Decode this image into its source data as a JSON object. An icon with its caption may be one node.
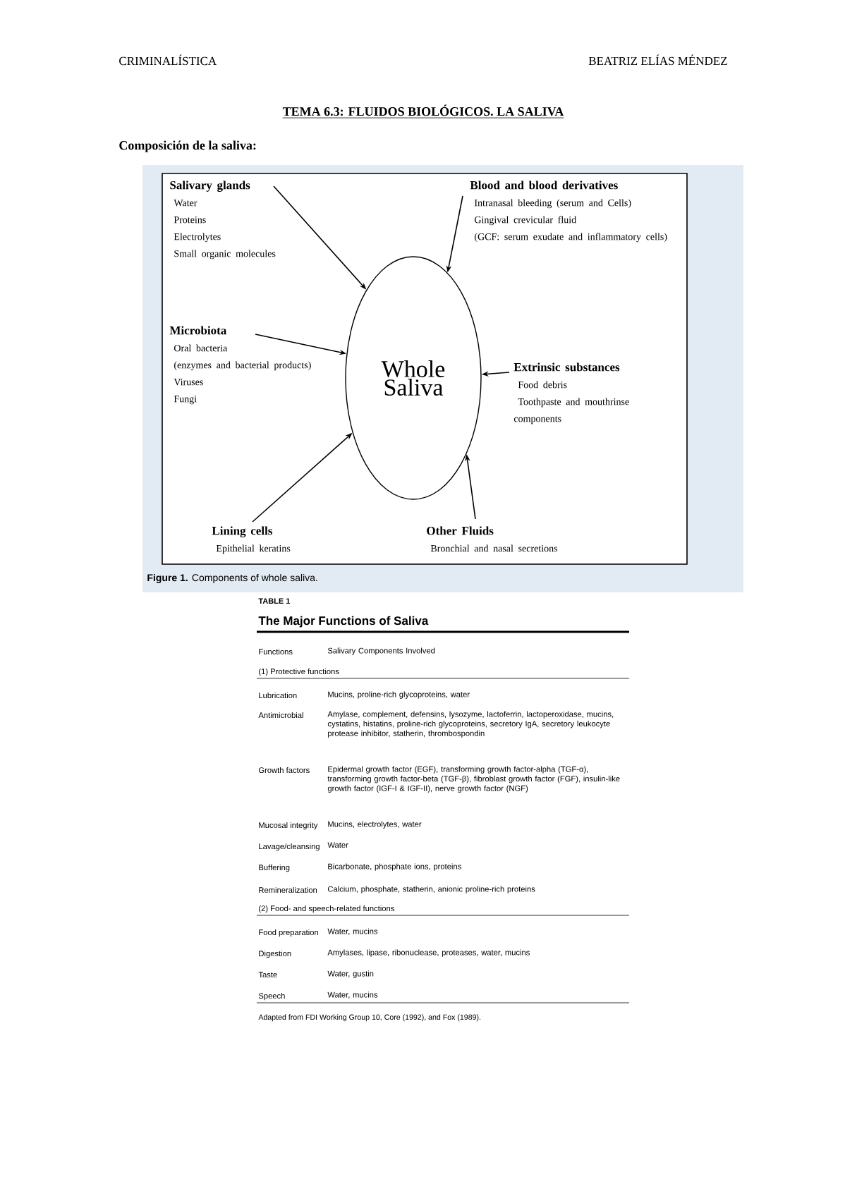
{
  "diagram": {
    "title": "TEMA 6.3: FLUIDOS BIOLÓGICOS. LA SALIVA",
    "caption": "**Figure 1.** Components of whole saliva.",
    "nodes": [
      {
        "text": [
          "Whole Saliva"
        ]
      },
      {
        "text": [
          "Salivary glands",
          "Water",
          "Proteins",
          "Electrolytes",
          "Small organic molecules"
        ]
      },
      {
        "text": [
          "Blood and blood derivatives",
          "Intranasal bleeding (serum and Cells)",
          "Gingival crevicular fluid",
          "(GCF: serum exudate and inflammatory cells)"
        ]
      },
      {
        "text": [
          "Microbiota",
          "Oral bacteria",
          "(enzymes and bacterial products)",
          "Viruses",
          "Fungi"
        ]
      },
      {
        "text": [
          "Extrinsic substances",
          "Food debris",
          "Toothpaste and mouthrinse components"
        ]
      },
      {
        "text": [
          "Lining cells",
          "Epithelial keratins"
        ]
      },
      {
        "text": [
          "Other Fluids",
          "Bronchial and nasal secretions"
        ]
      }
    ],
    "edges": [
      {
        "from": 1,
        "to": 0,
        "arrow": "to"
      },
      {
        "from": 2,
        "to": 0,
        "arrow": "to"
      },
      {
        "from": 3,
        "to": 0,
        "arrow": "to"
      },
      {
        "from": 4,
        "to": 0,
        "arrow": "to"
      },
      {
        "from": 5,
        "to": 0,
        "arrow": "to"
      },
      {
        "from": 6,
        "to": 0,
        "arrow": "to"
      }
    ],
    "labels": [
      "CRIMINALÍSTICA",
      "BEATRIZ ELÍAS MÉNDEZ",
      "Composición de la saliva:",
      "TABLE 1",
      "The Major Functions of Saliva",
      "Functions",
      "Salivary Components Involved",
      "(1) Protective functions",
      "Lubrication",
      "Mucins, proline-rich glycoproteins, water",
      "Antimicrobial",
      "Amylase, complement, defensins, lysozyme, lactoferrin, lactoperoxidase, mucins, cystatins, histatins, proline-rich glycoproteins, secretory IgA, secretory leukocyte protease inhibitor, statherin, thrombospondin",
      "Growth factors",
      "Epidermal growth factor (EGF), transforming growth factor-alpha (TGF-α), transforming growth factor-beta (TGF-β), fibroblast growth factor (FGF), insulin-like growth factor (IGF-I & IGF-II), nerve growth factor (NGF)",
      "Mucosal integrity",
      "Mucins, electrolytes, water",
      "Lavage/cleansing",
      "Water",
      "Buffering",
      "Bicarbonate, phosphate ions, proteins",
      "Remineralization",
      "Calcium, phosphate, statherin, anionic proline-rich proteins",
      "(2) Food- and speech-related functions",
      "Food preparation",
      "Water, mucins",
      "Digestion",
      "Amylases, lipase, ribonuclease, proteases, water, mucins",
      "Taste",
      "Water, gustin",
      "Speech",
      "Water, mucins",
      "Adapted from FDI Working Group 10, Core (1992), and Fox (1989)."
    ]
  }
}
